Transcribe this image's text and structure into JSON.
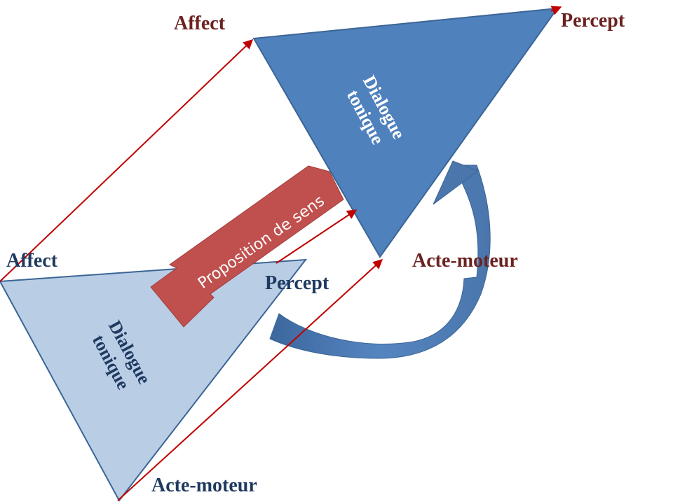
{
  "diagram": {
    "top_affect": "Affect",
    "top_percept": "Percept",
    "top_dialogue": [
      "Dialogue",
      "tonique"
    ],
    "acte_moteur_right": "Acte-moteur",
    "left_affect": "Affect",
    "bottom_percept": "Percept",
    "bottom_dialogue": [
      "Dialogue",
      "tonique"
    ],
    "bottom_acte_moteur": "Acte-moteur",
    "proposition": "Proposition de sens"
  },
  "colors": {
    "top_triangle": "#4f81bd",
    "top_triangle_stroke": "#3b6596",
    "bottom_triangle": "#b9cde5",
    "bottom_triangle_stroke": "#3b6596",
    "red_arrow": "#c0504d",
    "connector_line": "#c00000",
    "curved_arrow": "#4a76ac",
    "label_red": "#6b2220",
    "label_navy": "#1f3a5f"
  }
}
